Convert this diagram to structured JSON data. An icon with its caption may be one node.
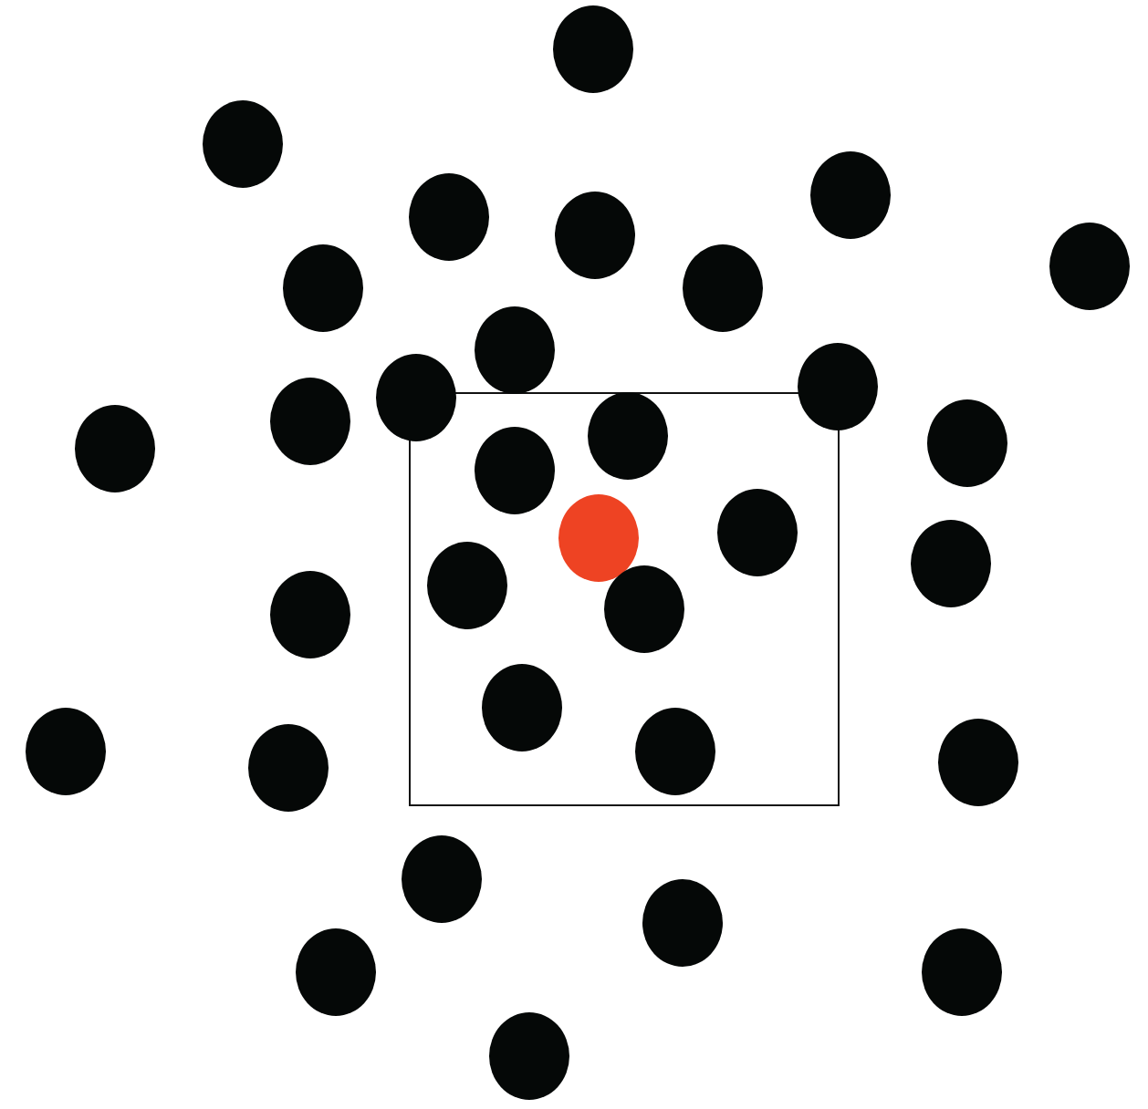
{
  "diagram": {
    "nodes": [
      {
        "text": [],
        "shape": "box"
      },
      {
        "text": [],
        "shape": "circle"
      },
      {
        "text": [],
        "shape": "circle"
      },
      {
        "text": [],
        "shape": "circle"
      },
      {
        "text": [],
        "shape": "circle"
      },
      {
        "text": [],
        "shape": "circle"
      },
      {
        "text": [],
        "shape": "circle"
      },
      {
        "text": [],
        "shape": "circle"
      },
      {
        "text": [],
        "shape": "circle"
      },
      {
        "text": [],
        "shape": "circle"
      },
      {
        "text": [],
        "shape": "circle"
      },
      {
        "text": [],
        "shape": "circle"
      },
      {
        "text": [],
        "shape": "circle"
      },
      {
        "text": [],
        "shape": "circle",
        "in": 0
      },
      {
        "text": [],
        "shape": "circle"
      },
      {
        "text": [],
        "shape": "circle"
      },
      {
        "text": [],
        "shape": "circle",
        "in": 0
      },
      {
        "text": [],
        "shape": "circle",
        "in": 0
      },
      {
        "text": [],
        "shape": "circle",
        "in": 0
      },
      {
        "text": [],
        "shape": "circle"
      },
      {
        "text": [],
        "shape": "circle",
        "in": 0
      },
      {
        "text": [],
        "shape": "circle",
        "in": 0
      },
      {
        "text": [],
        "shape": "circle"
      },
      {
        "text": [],
        "shape": "circle",
        "in": 0
      },
      {
        "text": [],
        "shape": "circle"
      },
      {
        "text": [],
        "shape": "circle",
        "in": 0
      },
      {
        "text": [],
        "shape": "circle"
      },
      {
        "text": [],
        "shape": "circle"
      },
      {
        "text": [],
        "shape": "circle"
      },
      {
        "text": [],
        "shape": "circle"
      },
      {
        "text": [],
        "shape": "circle"
      },
      {
        "text": [],
        "shape": "circle"
      },
      {
        "text": [],
        "shape": "circle"
      }
    ]
  }
}
